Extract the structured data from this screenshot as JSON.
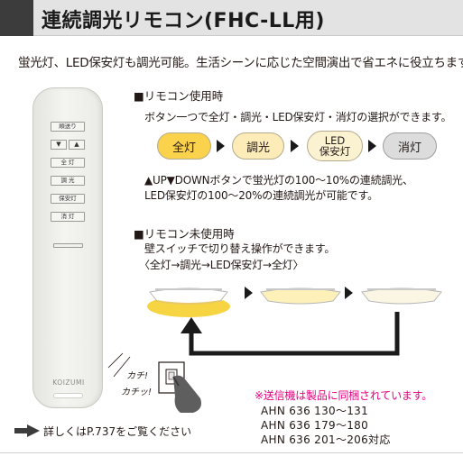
{
  "header": {
    "title": "連続調光リモコン(FHC-LL用)"
  },
  "lead_text": "蛍光灯、LED保安灯も調光可能。生活シーンに応じた空間演出で省エネに役立ちます!",
  "remote": {
    "buttons": [
      "順送り",
      "全 灯",
      "調 光",
      "保安灯",
      "消 灯"
    ],
    "up_down": [
      "▼",
      "▲"
    ],
    "brand": "KOIZUMI"
  },
  "section_use": {
    "heading": "■リモコン使用時",
    "description": "ボタン一つで全灯・調光・LED保安灯・消灯の選択ができます。",
    "modes": {
      "full": "全灯",
      "dim": "調光",
      "led_line1": "LED",
      "led_line2": "保安灯",
      "off": "消灯"
    },
    "note_line1": "▲UP▼DOWNボタンで蛍光灯の100〜10%の連続調光、",
    "note_line2": "LED保安灯の100〜20%の連続調光が可能です。",
    "colors": {
      "full": "#fbd24c",
      "dim": "#fdecb8",
      "led": "#fbf2d2",
      "off": "#dcdcdc"
    }
  },
  "section_unused": {
    "heading": "■リモコン未使用時",
    "line1": "壁スイッチで切り替え操作ができます。",
    "line2": "〈全灯→調光→LED保安灯→全灯〉"
  },
  "switch": {
    "sound1": "カチ!",
    "sound2": "カチッ!"
  },
  "footer": {
    "note": "※送信機は製品に同梱されています。",
    "models": [
      "AHN 636 130〜131",
      "AHN 636 179〜180",
      "AHN 636 201〜206対応"
    ],
    "see_more": "詳しくはP.737をご覧ください"
  }
}
